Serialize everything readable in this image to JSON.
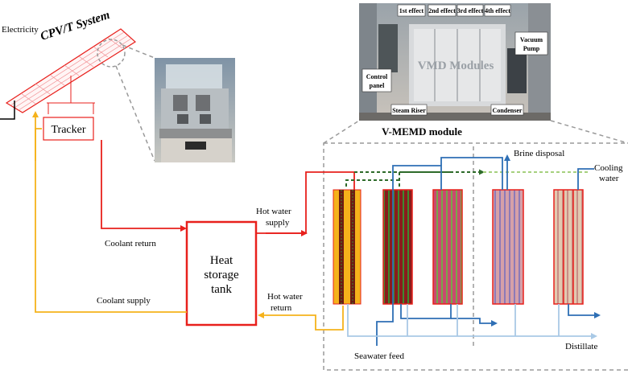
{
  "labels": {
    "electricity": "Electricity",
    "cpvt_system": "CPV/T System",
    "tracker": "Tracker",
    "coolant_return": "Coolant return",
    "coolant_supply": "Coolant supply",
    "heat_storage_line1": "Heat",
    "heat_storage_line2": "storage",
    "heat_storage_line3": "tank",
    "hot_water_supply_line1": "Hot water",
    "hot_water_supply_line2": "supply",
    "hot_water_return_line1": "Hot water",
    "hot_water_return_line2": "return",
    "vmemd_module": "V-MEMD module",
    "brine_disposal": "Brine disposal",
    "cooling_water_line1": "Cooling",
    "cooling_water_line2": "water",
    "seawater_feed": "Seawater feed",
    "distillate": "Distillate"
  },
  "photo_labels": {
    "effect1": "1st effect",
    "effect2": "2nd effect",
    "effect3": "3rd effect",
    "effect4": "4th effect",
    "vmd_modules": "VMD Modules",
    "vacuum_pump_line1": "Vacuum",
    "vacuum_pump_line2": "Pump",
    "control_panel_line1": "Control",
    "control_panel_line2": "panel",
    "steam_riser": "Steam Riser",
    "condenser": "Condenser"
  },
  "colors": {
    "hot_line": "#e8201c",
    "coolant_line": "#f5b21b",
    "seawater_line": "#2e6fb5",
    "light_blue_line": "#a9c9e6",
    "green_dashed": "#2e6b2a",
    "light_green_dashed": "#a6d07e",
    "panel_grid": "#f0868a",
    "enclosure_dashed": "#9a9a9a"
  }
}
